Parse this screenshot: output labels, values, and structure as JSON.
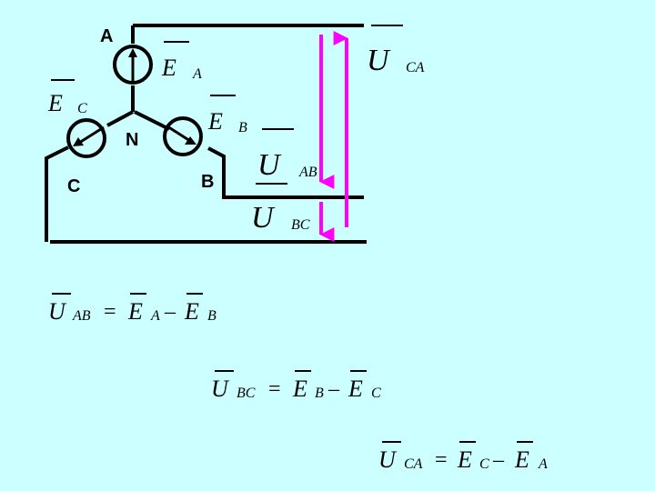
{
  "nodes": {
    "A": "A",
    "B": "B",
    "C": "C",
    "N": "N"
  },
  "sources": {
    "EA": {
      "sym": "E",
      "sub": "A"
    },
    "EB": {
      "sym": "E",
      "sub": "B"
    },
    "EC": {
      "sym": "E",
      "sub": "C"
    }
  },
  "voltages": {
    "UCA": {
      "sym": "U",
      "sub": "CA"
    },
    "UAB": {
      "sym": "U",
      "sub": "AB"
    },
    "UBC": {
      "sym": "U",
      "sub": "BC"
    }
  },
  "equations": [
    {
      "lhs": "U",
      "lhs_sub": "AB",
      "eq": "=",
      "t1": "E",
      "t1_sub": "A",
      "op": "–",
      "t2": "E",
      "t2_sub": "B"
    },
    {
      "lhs": "U",
      "lhs_sub": "BC",
      "eq": "=",
      "t1": "E",
      "t1_sub": "B",
      "op": "–",
      "t2": "E",
      "t2_sub": "C"
    },
    {
      "lhs": "U",
      "lhs_sub": "CA",
      "eq": "=",
      "t1": "E",
      "t1_sub": "C",
      "op": "–",
      "t2": "E",
      "t2_sub": "A"
    }
  ],
  "colors": {
    "background": "#ccffff",
    "arrow": "#ff00ff",
    "ink": "#000000"
  }
}
